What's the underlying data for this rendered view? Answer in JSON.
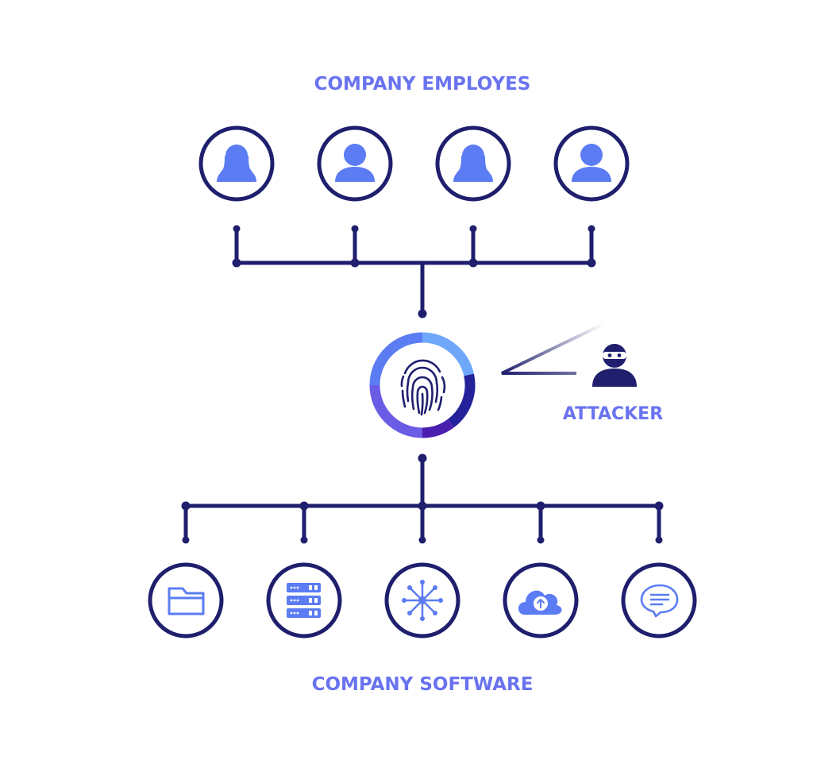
{
  "top_label": "COMPANY EMPLOYES",
  "bottom_label": "COMPANY SOFTWARE",
  "attacker_label": "ATTACKER",
  "colors": {
    "line": "#1f1f6e",
    "accent": "#5b7cf3",
    "label": "#6a73ef",
    "ring_light": "#6fa8fb",
    "ring_dark": "#23229b",
    "ring_violet": "#4a1fb0",
    "ring_purple": "#6b5ce6"
  },
  "employees": [
    {
      "icon": "woman-user-icon"
    },
    {
      "icon": "man-user-icon"
    },
    {
      "icon": "woman-user-icon"
    },
    {
      "icon": "man-user-icon"
    }
  ],
  "software": [
    {
      "icon": "folder-icon"
    },
    {
      "icon": "server-icon"
    },
    {
      "icon": "network-hub-icon"
    },
    {
      "icon": "cloud-upload-icon"
    },
    {
      "icon": "chat-bubble-icon"
    }
  ],
  "center": {
    "icon": "fingerprint-icon"
  },
  "attacker": {
    "icon": "masked-attacker-icon"
  }
}
